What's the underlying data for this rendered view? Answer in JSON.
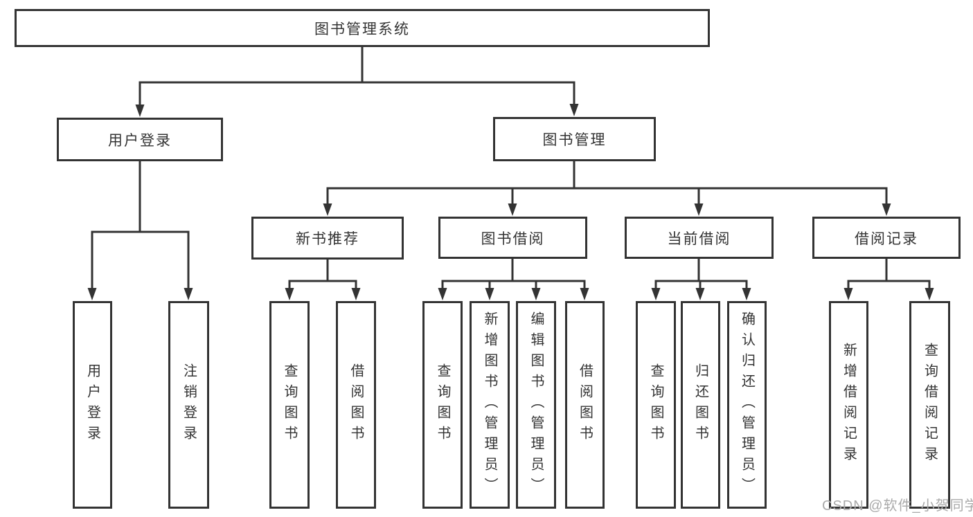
{
  "diagram": {
    "root": {
      "label": "图书管理系统"
    },
    "level2": [
      {
        "id": "user-login",
        "label": "用户登录"
      },
      {
        "id": "book-management",
        "label": "图书管理"
      }
    ],
    "level3": [
      {
        "id": "new-book-recommend",
        "label": "新书推荐"
      },
      {
        "id": "book-borrow",
        "label": "图书借阅"
      },
      {
        "id": "current-borrow",
        "label": "当前借阅"
      },
      {
        "id": "borrow-record",
        "label": "借阅记录"
      }
    ],
    "leaves": {
      "user_login": [
        {
          "label": "用户登录"
        },
        {
          "label": "注销登录"
        }
      ],
      "new_book_recommend": [
        {
          "label": "查询图书"
        },
        {
          "label": "借阅图书"
        }
      ],
      "book_borrow": [
        {
          "label": "查询图书"
        },
        {
          "label": "新增图书（管理员）"
        },
        {
          "label": "编辑图书（管理员）"
        },
        {
          "label": "借阅图书"
        }
      ],
      "current_borrow": [
        {
          "label": "查询图书"
        },
        {
          "label": "归还图书"
        },
        {
          "label": "确认归还（管理员）"
        }
      ],
      "borrow_record": [
        {
          "label": "新增借阅记录"
        },
        {
          "label": "查询借阅记录"
        }
      ]
    },
    "watermark": "CSDN @软件_小贺同学",
    "colors": {
      "line": "#333333",
      "box_border": "#333333",
      "text": "#333333",
      "watermark": "#aaaaaa",
      "background": "#ffffff"
    }
  }
}
